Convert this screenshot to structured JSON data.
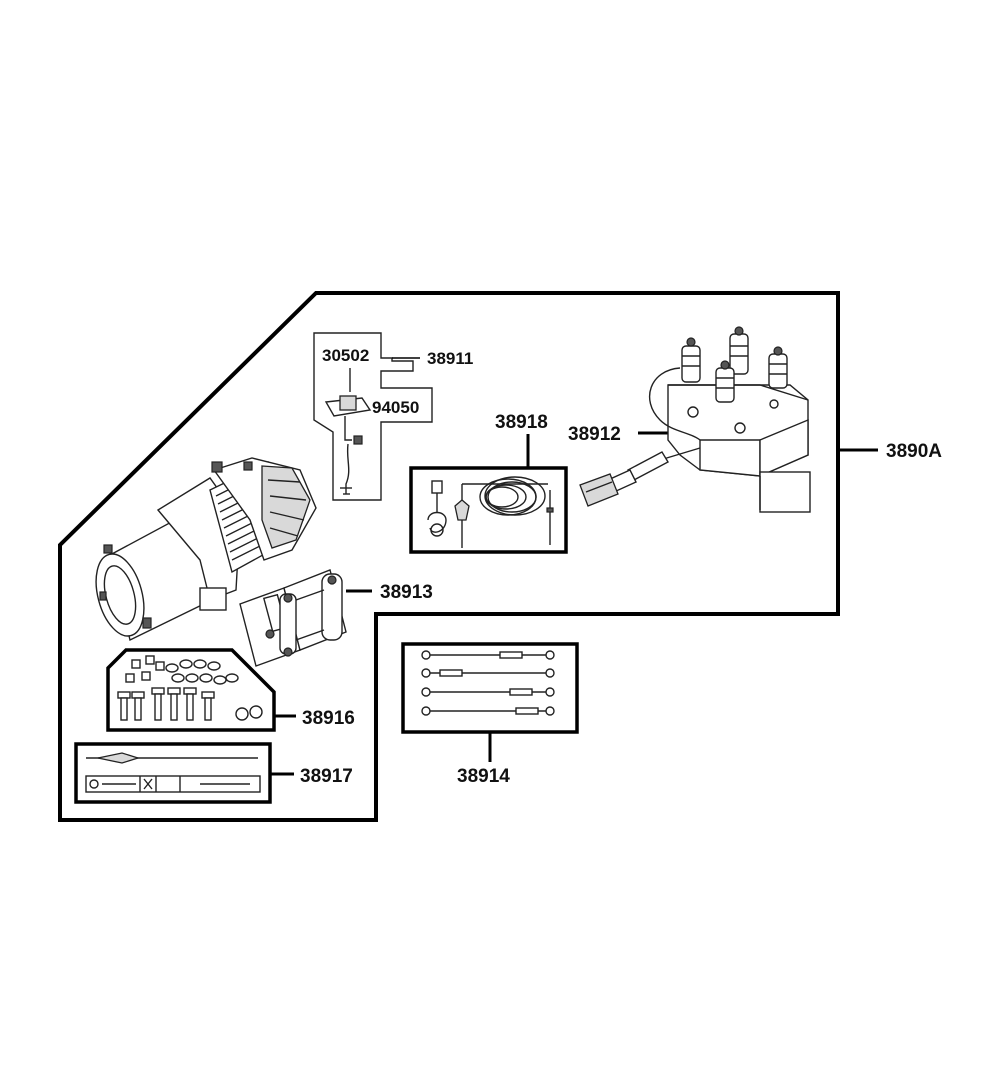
{
  "diagram": {
    "parts": {
      "kit": "3890A",
      "switch_kit": "38911",
      "switch": "30502",
      "switch_part": "94050",
      "contactor": "38912",
      "remote": "38918",
      "fairlead": "38913",
      "cables": "38914",
      "hardware": "38916",
      "decals": "38917"
    }
  }
}
